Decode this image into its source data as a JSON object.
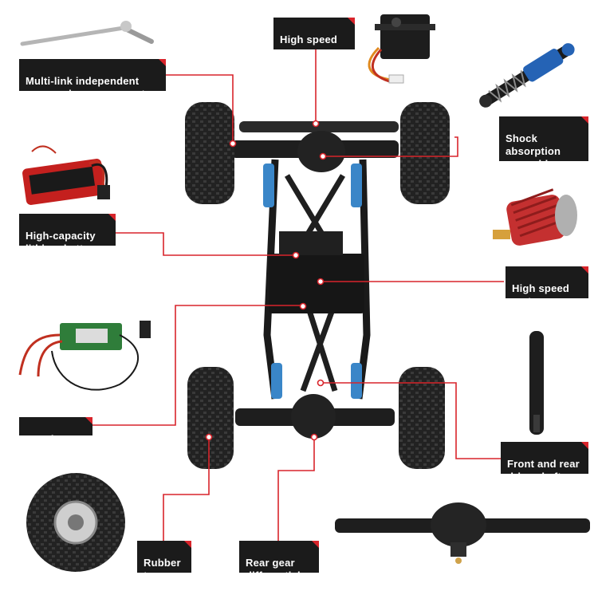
{
  "diagram": {
    "accent_color": "#d8242b",
    "label_bg": "#1b1b1b",
    "callouts": [
      {
        "id": "suspension",
        "text": "Multi-link independent\nsuspension components"
      },
      {
        "id": "servo",
        "text": "High speed\nservo"
      },
      {
        "id": "shock",
        "text": "Shock\nabsorption\nassembly"
      },
      {
        "id": "battery",
        "text": "High-capacity\nlithium battery"
      },
      {
        "id": "motor",
        "text": "High speed\nmotor"
      },
      {
        "id": "receiver",
        "text": "Receiver"
      },
      {
        "id": "driveshafts",
        "text": "Front and rear\ndrive shafts"
      },
      {
        "id": "tyre",
        "text": "Rubber\ntyre"
      },
      {
        "id": "differential",
        "text": "Rear gear\ndifferential"
      }
    ]
  }
}
